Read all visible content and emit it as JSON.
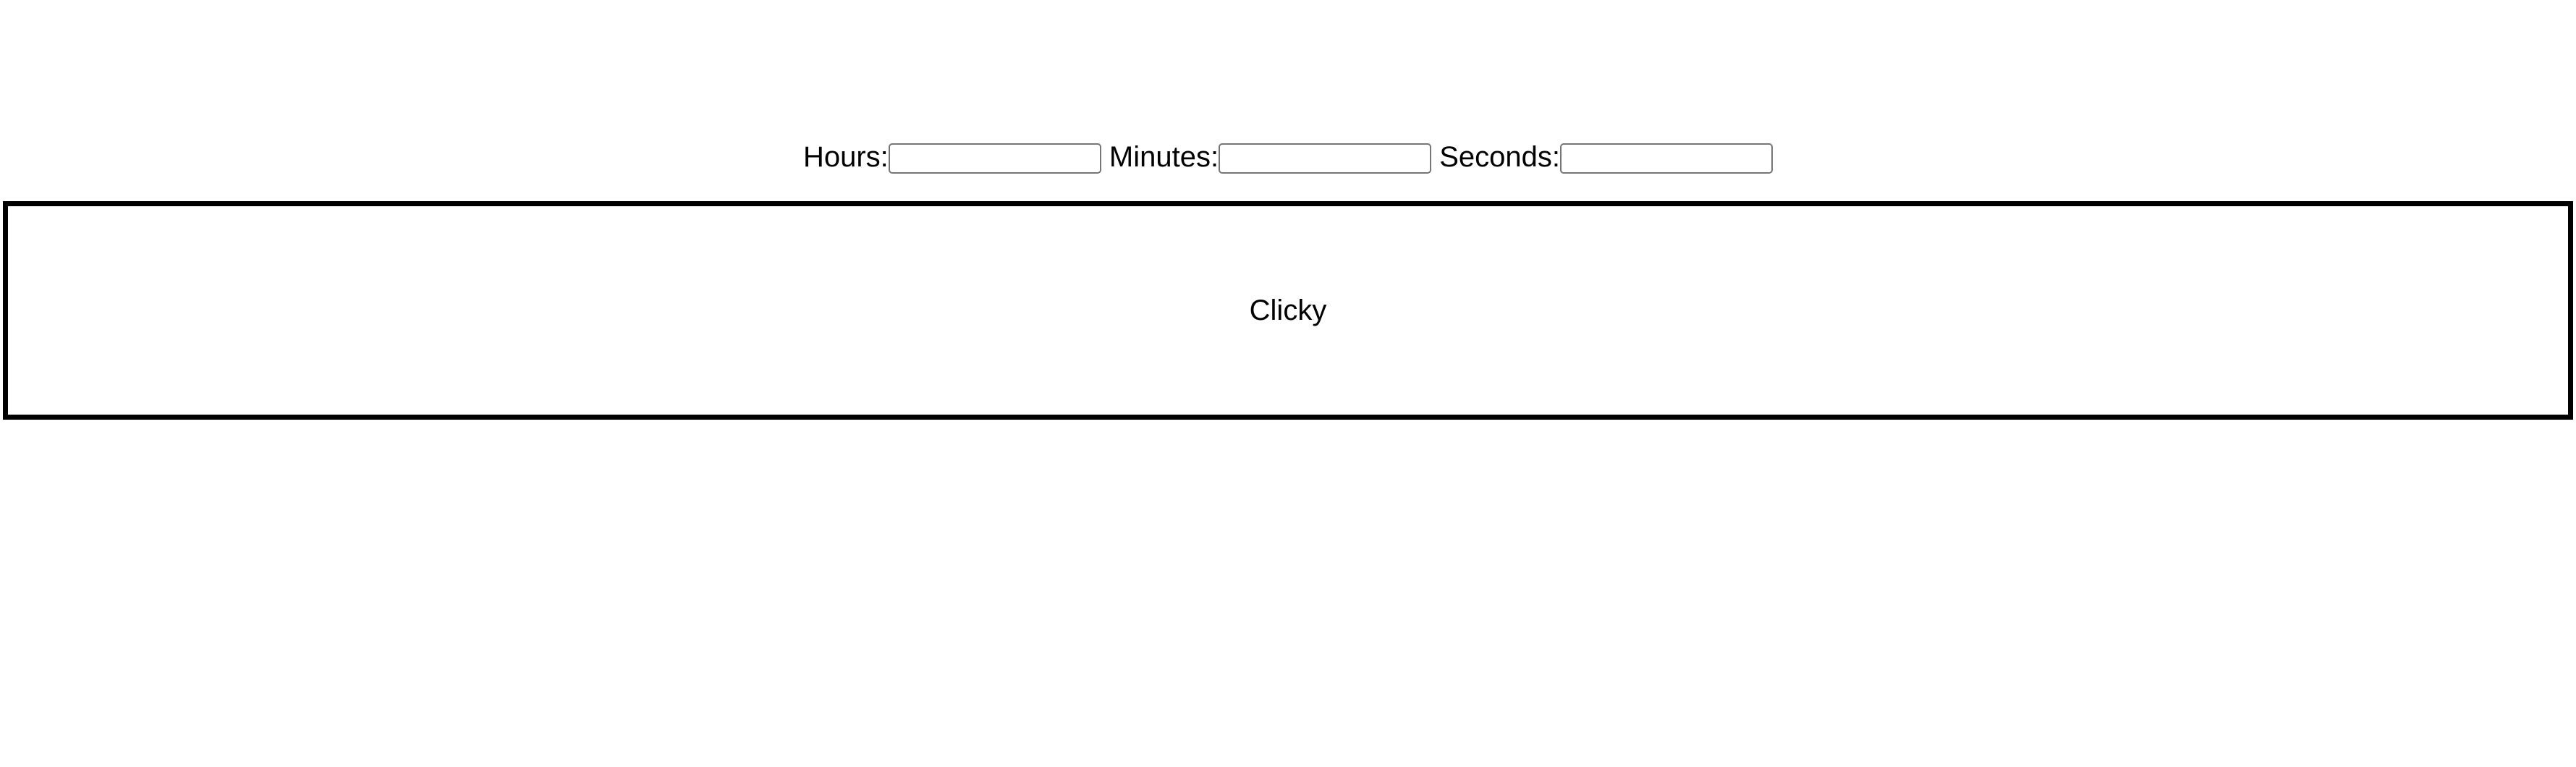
{
  "page": {
    "background_color": "#ffffff",
    "text_color": "#000000"
  },
  "timer_form": {
    "fields": [
      {
        "label": "Hours:",
        "value": ""
      },
      {
        "label": "Minutes:",
        "value": ""
      },
      {
        "label": "Seconds:",
        "value": ""
      }
    ],
    "input_border_color": "#767676"
  },
  "clicky_panel": {
    "label": "Clicky",
    "border_color": "#000000"
  }
}
